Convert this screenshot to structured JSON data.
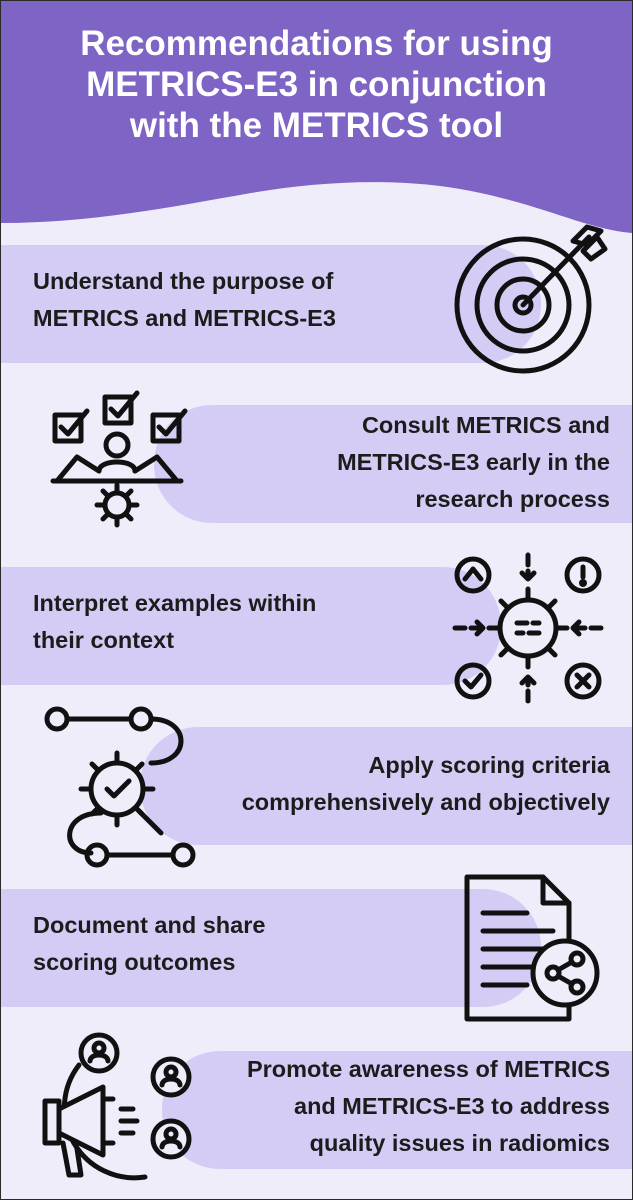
{
  "header": {
    "title_lines": [
      "Recommendations for using",
      "METRICS-E3 in conjunction",
      "with the METRICS tool"
    ]
  },
  "items": [
    {
      "lines": [
        "Understand the purpose of",
        "METRICS and METRICS-E3"
      ],
      "icon": "target-icon"
    },
    {
      "lines": [
        "Consult METRICS and",
        "METRICS-E3 early in the",
        "research process"
      ],
      "icon": "planning-person-gear-icon"
    },
    {
      "lines": [
        "Interpret examples within",
        "their context"
      ],
      "icon": "central-gear-status-icon"
    },
    {
      "lines": [
        "Apply scoring criteria",
        "comprehensively and objectively"
      ],
      "icon": "gear-check-search-path-icon"
    },
    {
      "lines": [
        "Document and share",
        "scoring outcomes"
      ],
      "icon": "document-share-icon"
    },
    {
      "lines": [
        "Promote awareness of METRICS",
        "and METRICS-E3 to address",
        "quality issues in radiomics"
      ],
      "icon": "megaphone-people-icon"
    }
  ],
  "colors": {
    "header": "#7d64c5",
    "background": "#f0edfb",
    "band": "#d5ccf5",
    "text": "#1c1c1c",
    "icon": "#111111"
  }
}
